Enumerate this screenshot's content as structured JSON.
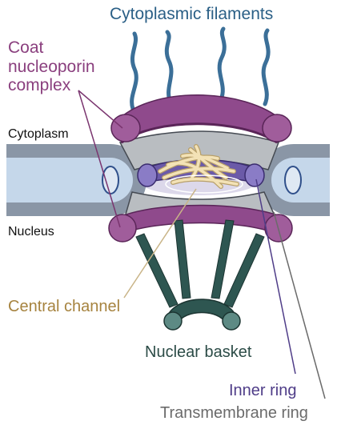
{
  "labels": {
    "cytoplasmic_filaments": "Cytoplasmic filaments",
    "coat_nucleoporin_complex": [
      "Coat",
      "nucleoporin",
      "complex"
    ],
    "cytoplasm": "Cytoplasm",
    "nucleus": "Nucleus",
    "central_channel": "Central channel",
    "nuclear_basket": "Nuclear basket",
    "inner_ring": "Inner ring",
    "transmembrane_ring": "Transmembrane ring"
  },
  "colors": {
    "cytoplasmic_filaments": "#2a5f86",
    "coat_nucleoporin_complex": "#8a3f7e",
    "central_channel": "#a6833f",
    "nuclear_basket": "#2c4c47",
    "inner_ring": "#4f3d88",
    "transmembrane_ring": "#6b6b6b",
    "membrane": "#8a96a6",
    "membrane_lumen": "#c5d7ea"
  }
}
